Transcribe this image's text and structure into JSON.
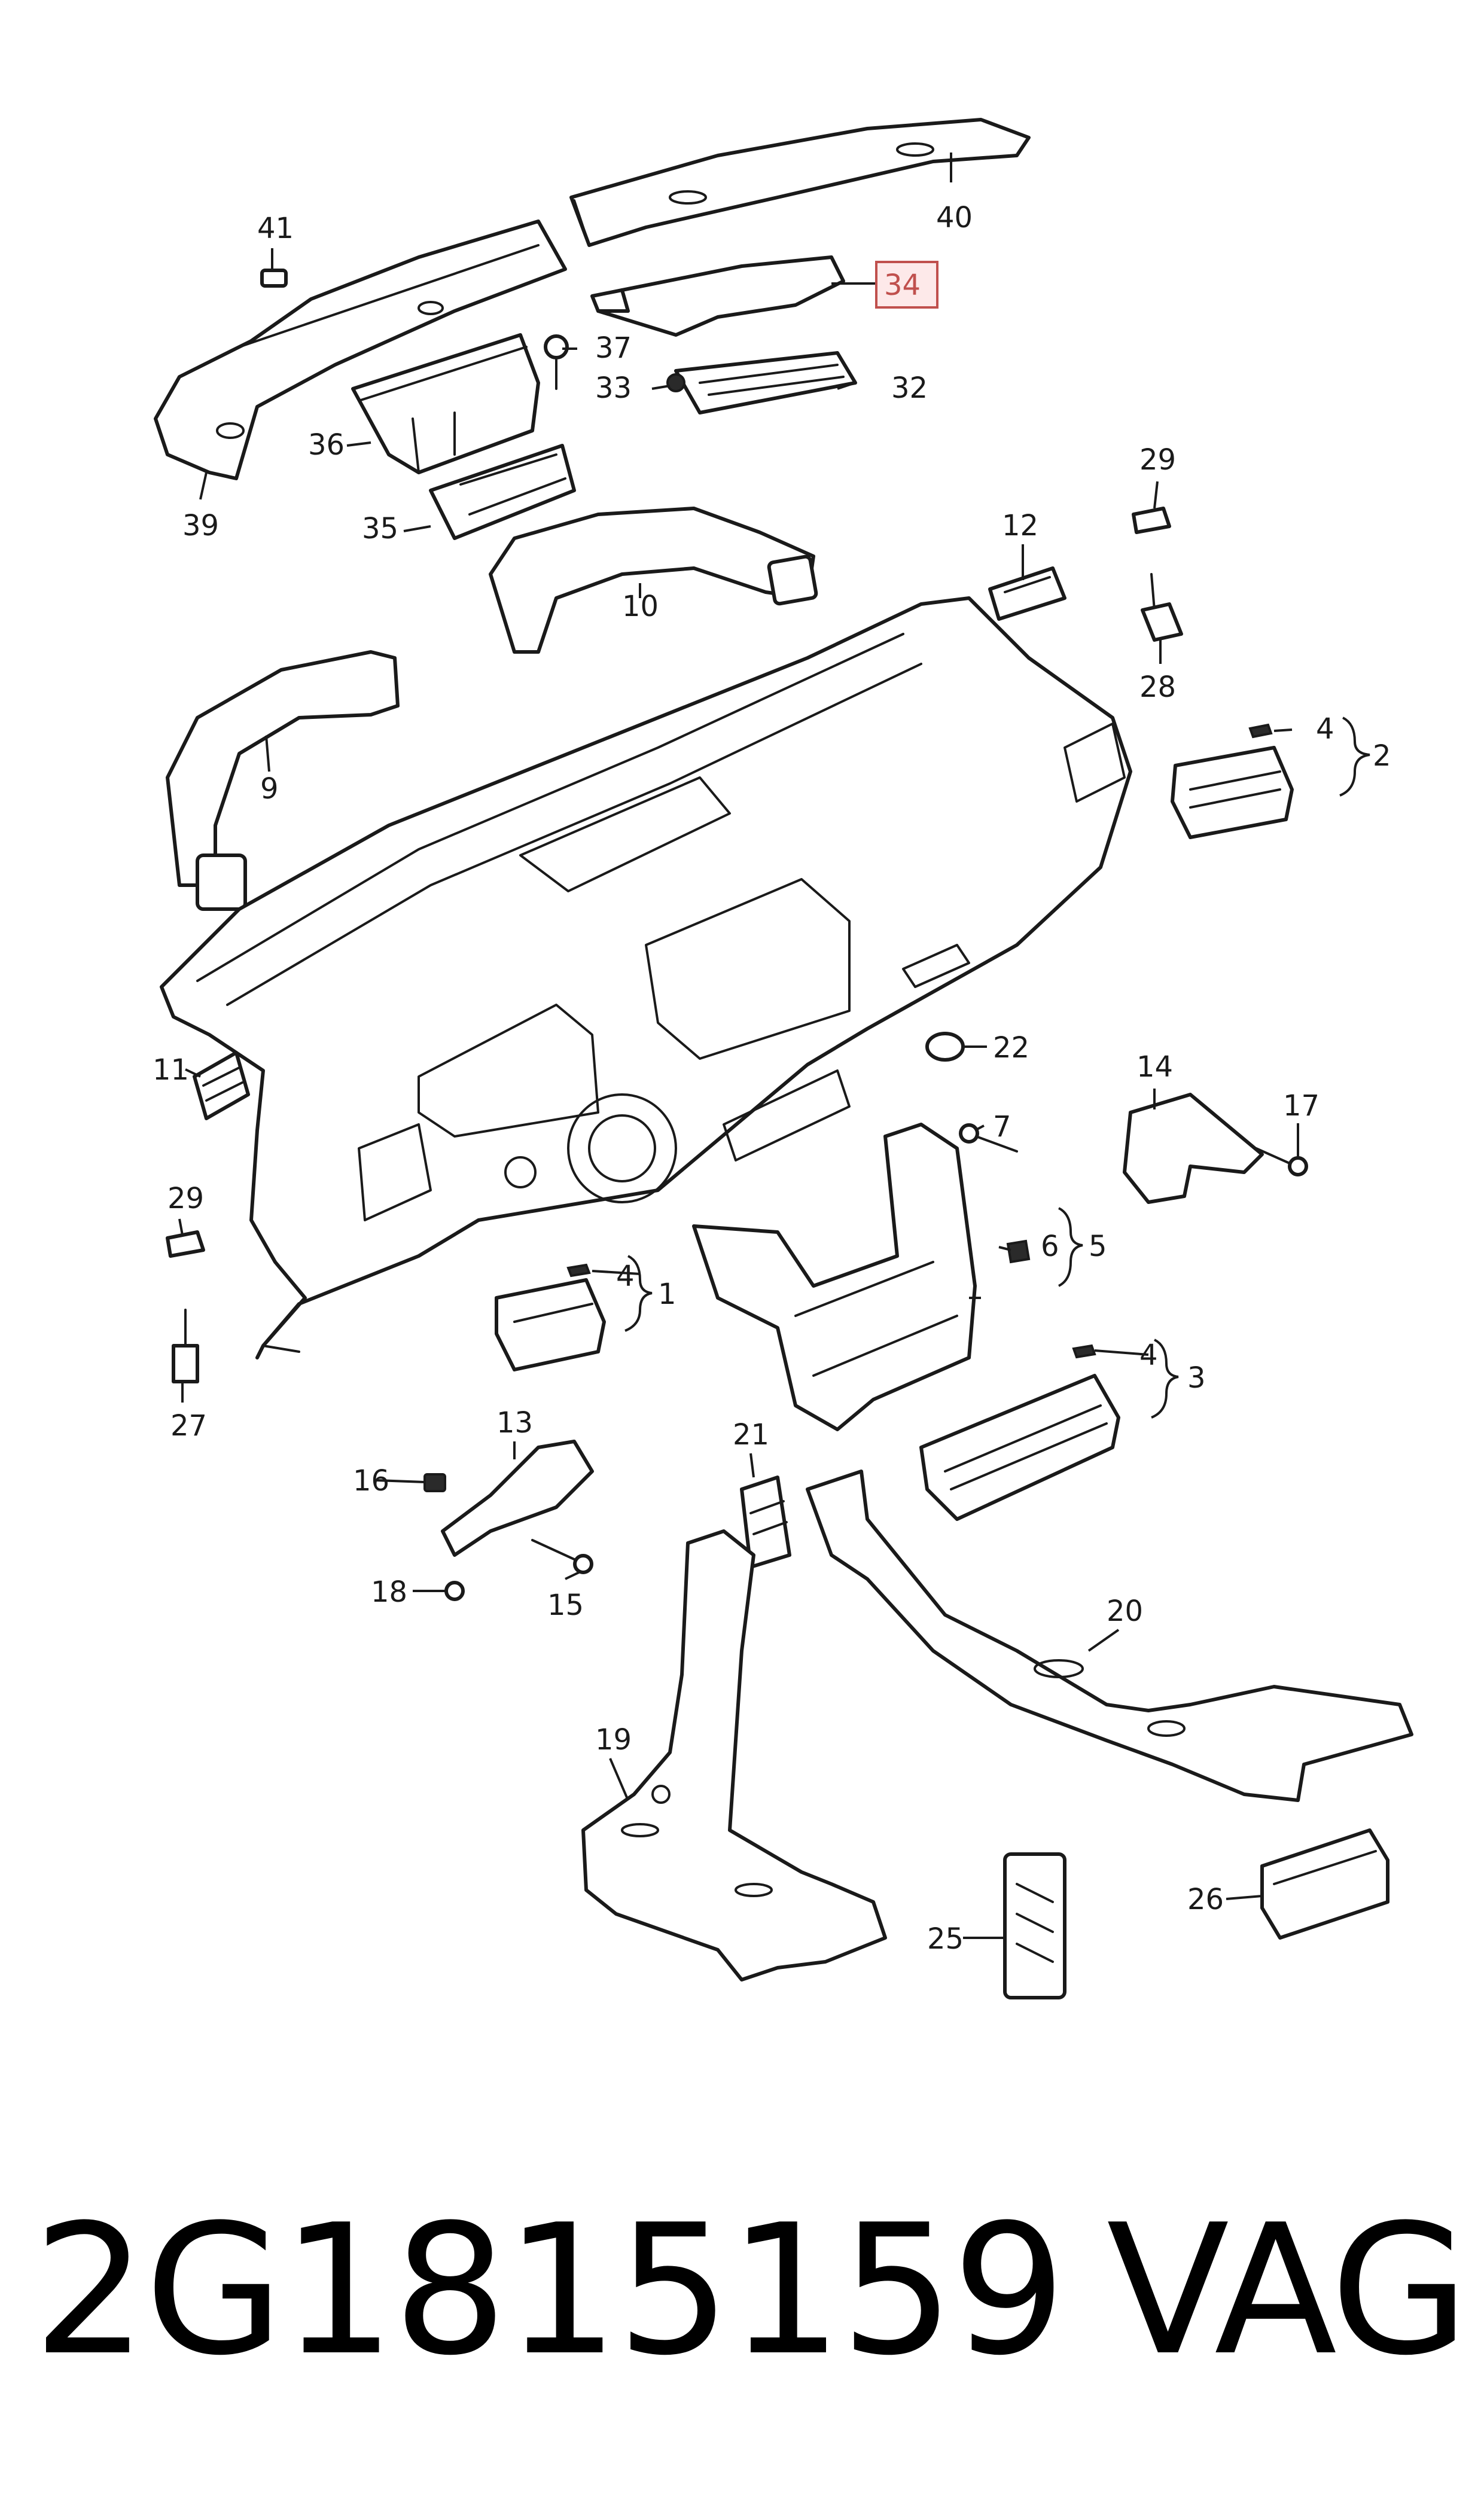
{
  "diagram": {
    "callouts": {
      "c1": "1",
      "c2": "2",
      "c3": "3",
      "c4a": "4",
      "c4b": "4",
      "c4c": "4",
      "c5": "5",
      "c6": "6",
      "c7": "7",
      "c9": "9",
      "c10": "10",
      "c11": "11",
      "c12": "12",
      "c13": "13",
      "c14": "14",
      "c15": "15",
      "c16": "16",
      "c17": "17",
      "c18": "18",
      "c19": "19",
      "c20": "20",
      "c21": "21",
      "c22": "22",
      "c25": "25",
      "c26": "26",
      "c27": "27",
      "c28": "28",
      "c29a": "29",
      "c29b": "29",
      "c32": "32",
      "c33": "33",
      "c34": "34",
      "c35": "35",
      "c36": "36",
      "c37": "37",
      "c39": "39",
      "c40": "40",
      "c41": "41"
    },
    "highlighted_part": "34",
    "highlight_color": "#c0504d"
  },
  "footer": {
    "part_number": "2G1815159",
    "brand": "VAG"
  }
}
